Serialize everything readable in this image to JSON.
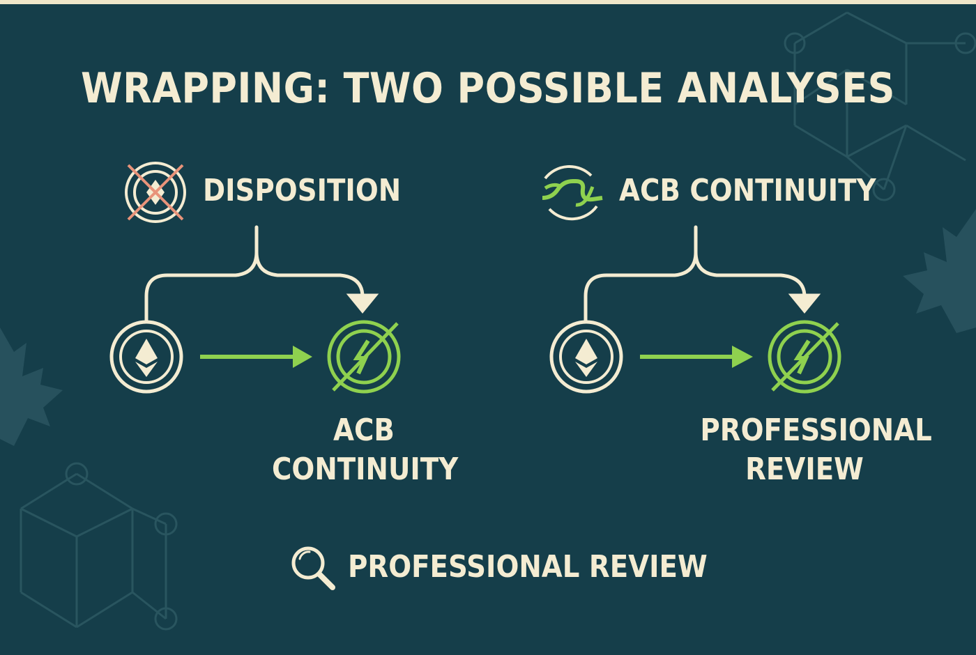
{
  "title": "WRAPPING: TWO POSSIBLE ANALYSES",
  "left": {
    "heading": "DISPOSITION",
    "heading_icon": "crossed-coin-icon",
    "result_line1": "ACB",
    "result_line2": "CONTINUITY"
  },
  "right": {
    "heading": "ACB CONTINUITY",
    "heading_icon": "continuity-wave-icon",
    "result_line1": "PROFESSIONAL",
    "result_line2": "REVIEW"
  },
  "footer": {
    "label": "PROFESSIONAL REVIEW",
    "icon": "magnifier-icon"
  },
  "colors": {
    "background": "#153e4a",
    "cream": "#f4ecd2",
    "green": "#8fd14f",
    "red": "#e8937a"
  }
}
